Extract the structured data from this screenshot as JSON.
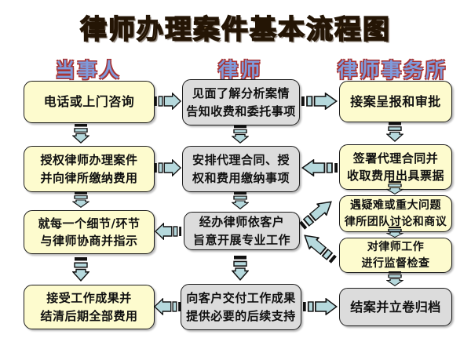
{
  "title": "律师办理案件基本流程图",
  "columns": {
    "client": {
      "header": "当事人",
      "boxes": [
        "电话或上门咨询",
        "授权律师办理案件\n并向律所缴纳费用",
        "就每一个细节/环节\n与律师协商并指示",
        "接受工作成果并\n结清后期全部费用"
      ]
    },
    "lawyer": {
      "header": "律师",
      "boxes": [
        "见面了解分析案情\n告知收费和委托事项",
        "安排代理合同、授\n权和费用缴纳事项",
        "经办律师依客户\n旨意开展专业工作",
        "向客户交付工作成果\n提供必要的后续支持"
      ]
    },
    "firm": {
      "header": "律师事务所",
      "boxes": [
        "接案呈报和审批",
        "签署代理合同并\n收取费用出具票据",
        "遇疑难或重大问题\n律所团队讨论和商议",
        "对律师工作\n进行监督检查",
        "结案并立卷归档"
      ]
    }
  },
  "colors": {
    "client_box": "#FDFBCE",
    "lawyer_box": "#DCDCDC",
    "arrow_fill": "#B6D9DD",
    "header_blue": "#7F9BDC",
    "header_shadow_red": "#A83333",
    "title_fill": "#BFA273",
    "title_outline": "#241505"
  }
}
